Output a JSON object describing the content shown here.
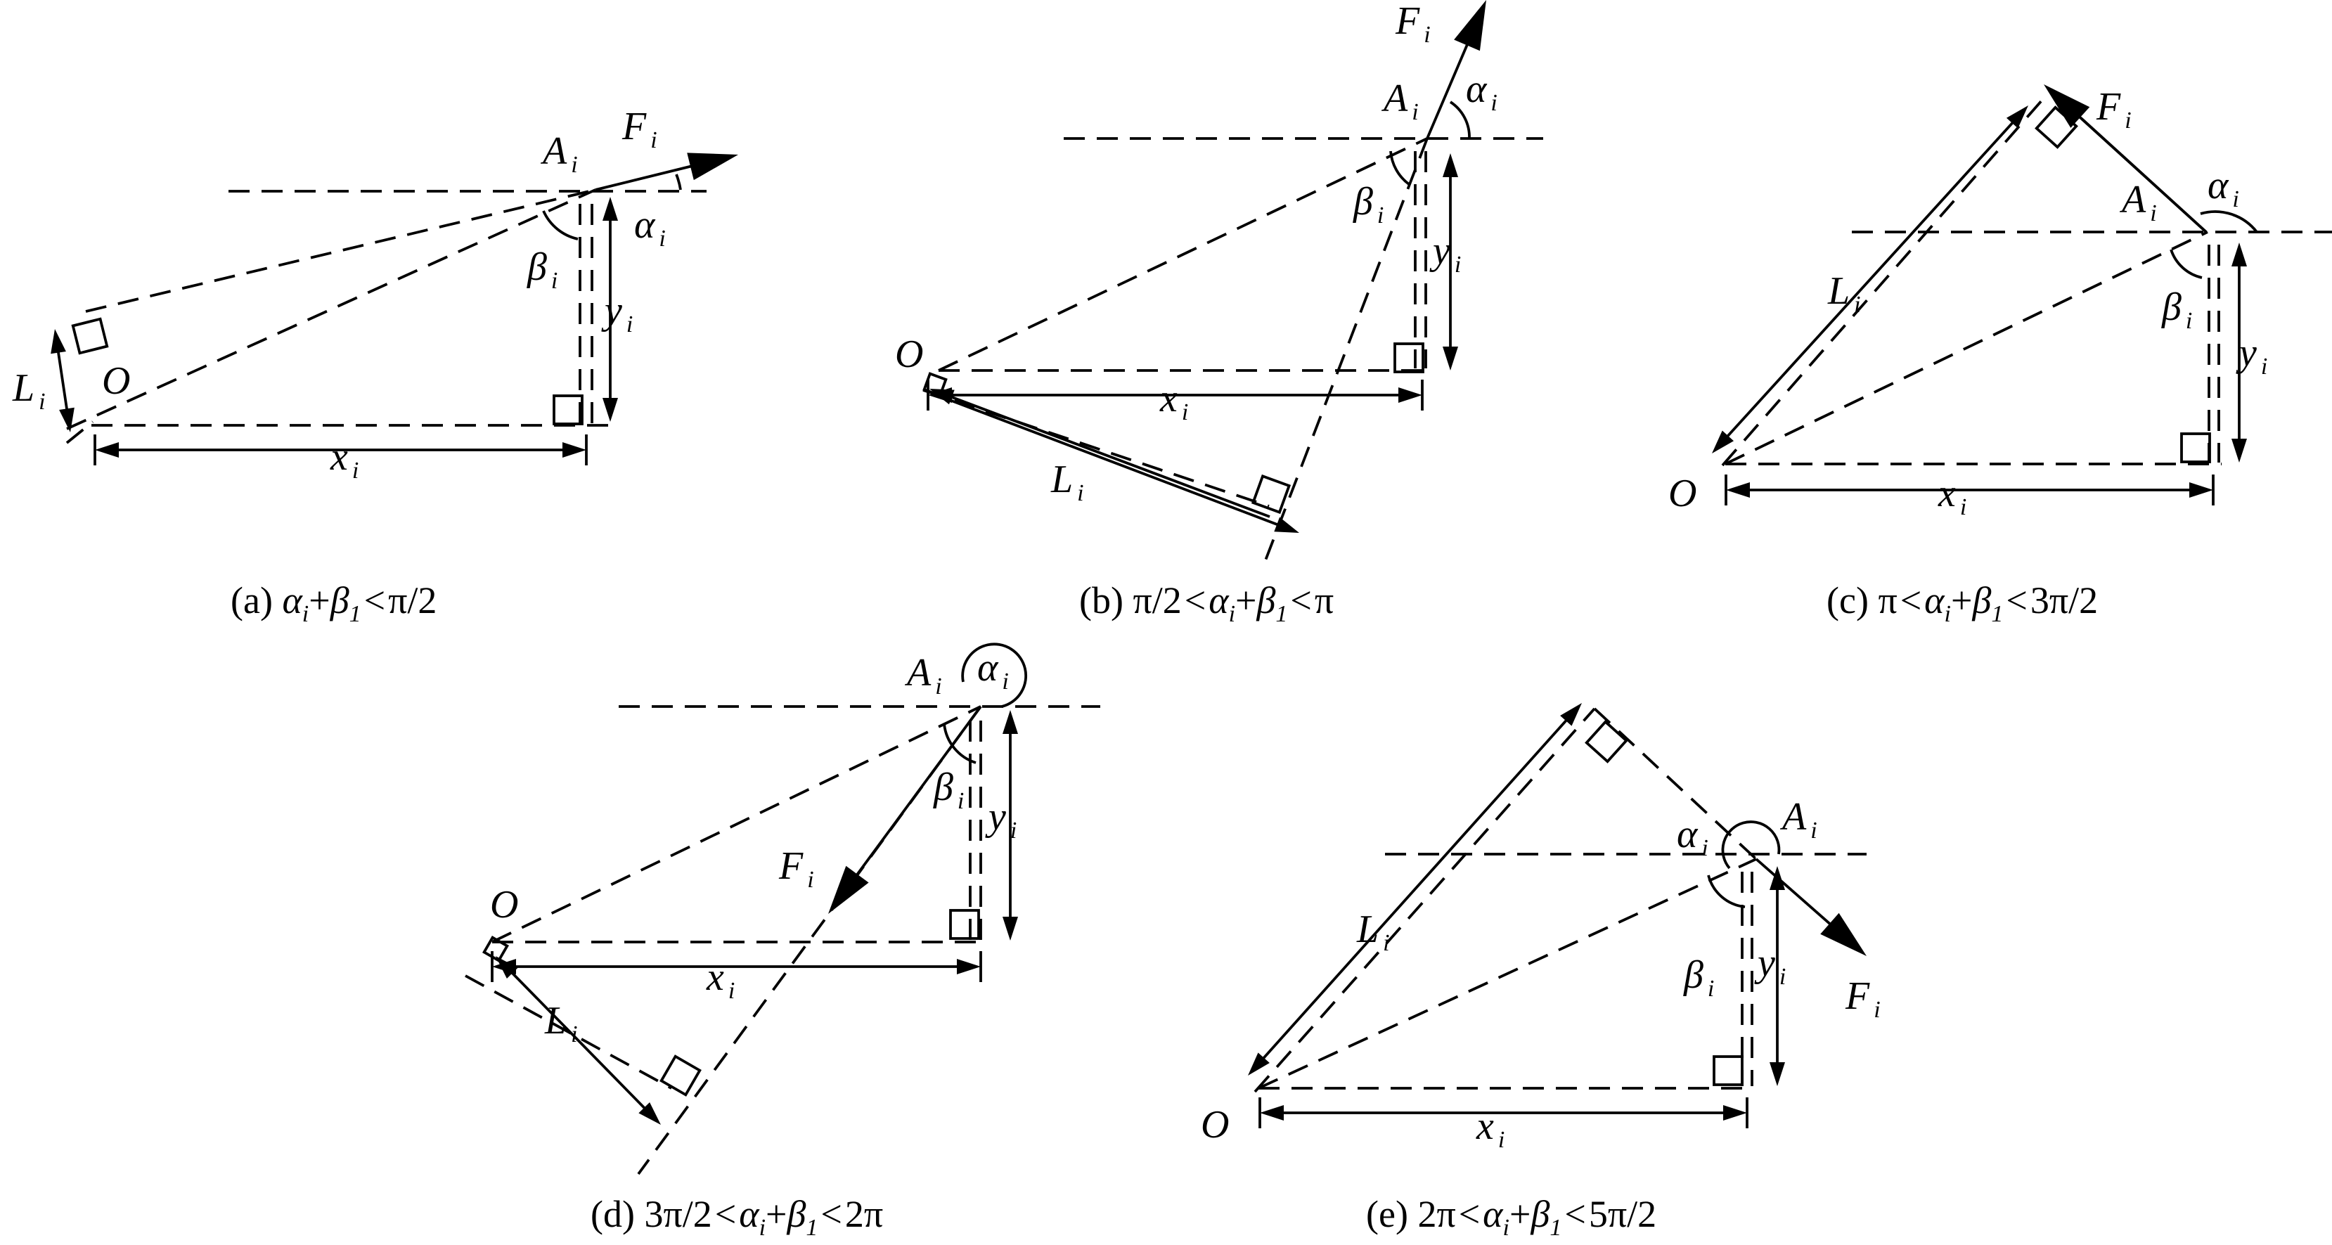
{
  "labels": {
    "force": "F",
    "point": "A",
    "origin": "O",
    "lever": "L",
    "x": "x",
    "y": "y",
    "alpha": "α",
    "beta": "β",
    "index": "i"
  },
  "captions": [
    {
      "id": "a",
      "prefix": "(a) ",
      "lower": "",
      "upper": "π/2"
    },
    {
      "id": "b",
      "prefix": "(b) ",
      "lower": "π/2",
      "upper": "π"
    },
    {
      "id": "c",
      "prefix": "(c) ",
      "lower": "π",
      "upper": "3π/2"
    },
    {
      "id": "d",
      "prefix": "(d) ",
      "lower": "3π/2",
      "upper": "2π"
    },
    {
      "id": "e",
      "prefix": "(e) ",
      "lower": "2π",
      "upper": "5π/2"
    }
  ],
  "caption_parts": {
    "alpha": "α",
    "alpha_sub": "i",
    "plus": "+",
    "beta": "β",
    "beta_sub": "1",
    "less": "<"
  }
}
